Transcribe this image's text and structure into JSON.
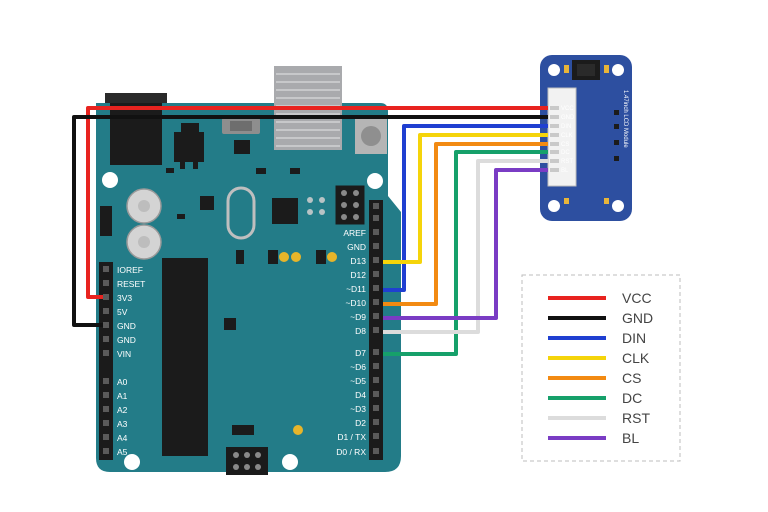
{
  "colors": {
    "board": "#237c88",
    "board_dark": "#1c6a75",
    "lcd_board": "#2d4fa0",
    "VCC": "#e8231f",
    "GND": "#111111",
    "DIN": "#1f3fd1",
    "CLK": "#f5d40a",
    "CS": "#f28a12",
    "DC": "#16a06a",
    "RST": "#dcdcdc",
    "BL": "#7a3cc4"
  },
  "lcd": {
    "title": "1.47inch LCD Module",
    "pins": [
      "VCC",
      "GND",
      "DIN",
      "CLK",
      "CS",
      "DC",
      "RST",
      "BL"
    ]
  },
  "arduino": {
    "right_header": [
      "AREF",
      "GND",
      "D13",
      "D12",
      "~D11",
      "~D10",
      "~D9",
      "D8",
      "D7",
      "~D6",
      "~D5",
      "D4",
      "~D3",
      "D2",
      "D1 / TX",
      "D0 / RX"
    ],
    "left_header": [
      "IOREF",
      "RESET",
      "3V3",
      "5V",
      "GND",
      "GND",
      "VIN",
      "A0",
      "A1",
      "A2",
      "A3",
      "A4",
      "A5"
    ]
  },
  "legend": {
    "items": [
      {
        "label": "VCC",
        "color": "#e8231f"
      },
      {
        "label": "GND",
        "color": "#111111"
      },
      {
        "label": "DIN",
        "color": "#1f3fd1"
      },
      {
        "label": "CLK",
        "color": "#f5d40a"
      },
      {
        "label": "CS",
        "color": "#f28a12"
      },
      {
        "label": "DC",
        "color": "#16a06a"
      },
      {
        "label": "RST",
        "color": "#dcdcdc"
      },
      {
        "label": "BL",
        "color": "#7a3cc4"
      }
    ]
  }
}
